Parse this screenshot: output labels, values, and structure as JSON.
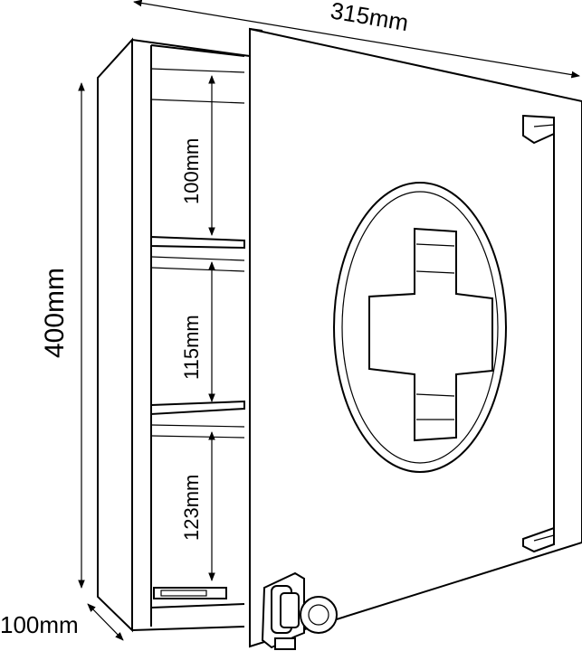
{
  "dimensions": {
    "width": "315mm",
    "height": "400mm",
    "depth": "100mm",
    "shelf_top": "100mm",
    "shelf_middle": "115mm",
    "shelf_bottom": "123mm"
  },
  "colors": {
    "line": "#000000",
    "background": "#ffffff"
  }
}
